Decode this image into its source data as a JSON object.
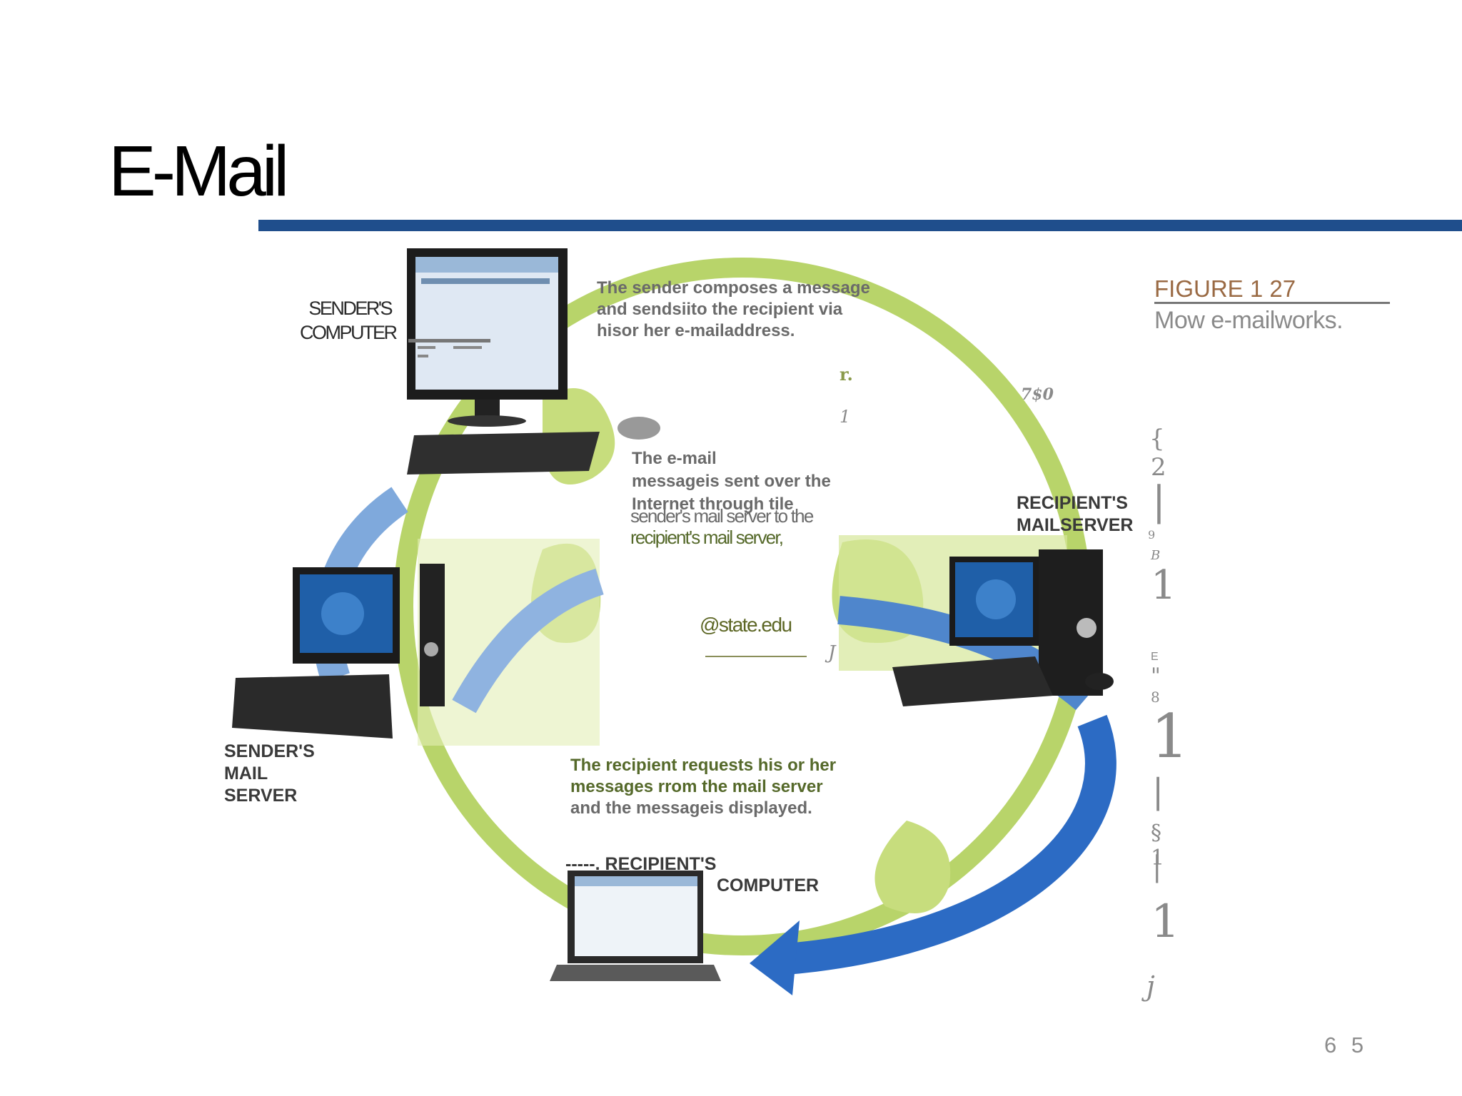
{
  "slide": {
    "title": "E-Mail",
    "page_number": "6 5"
  },
  "figure": {
    "title": "FIGURE 1 27",
    "subtitle": "Mow e-mailworks."
  },
  "labels": {
    "senders_computer": [
      "SENDER'S",
      "COMPUTER"
    ],
    "senders_mail_server": [
      "SENDER'S",
      "MAIL",
      "SERVER"
    ],
    "recipients_mail_server": [
      "RECIPIENT'S",
      "MAILSERVER"
    ],
    "recipients_computer_1": "-----. RECIPIENT'S",
    "recipients_computer_2": "COMPUTER"
  },
  "captions": {
    "step1": [
      "The sender  composes a message",
      "and sendsiito the recipient via",
      "hisor her e-mailaddress."
    ],
    "step2": [
      "The e-mail",
      "messageis sent over the",
      "Internet through tile",
      "sender's mail server to the",
      "recipient's mail server,"
    ],
    "step3": [
      "The recipient requests his or her",
      "messages rrom the mail server",
      "and the messageis displayed."
    ]
  },
  "address": "@state.edu",
  "stray_marks": [
    "r.",
    "1",
    "7$0",
    "J",
    "{",
    "2",
    "|",
    "9",
    "B",
    "1",
    "E",
    "\"",
    "8",
    "1",
    "|",
    "|",
    "§",
    "1",
    "1",
    "j"
  ],
  "colors": {
    "title_rule": "#1f4e8c",
    "arrow_blue": "#2c6bc4",
    "globe_green": "#b8d46a",
    "figure_title": "#9a6a44"
  }
}
